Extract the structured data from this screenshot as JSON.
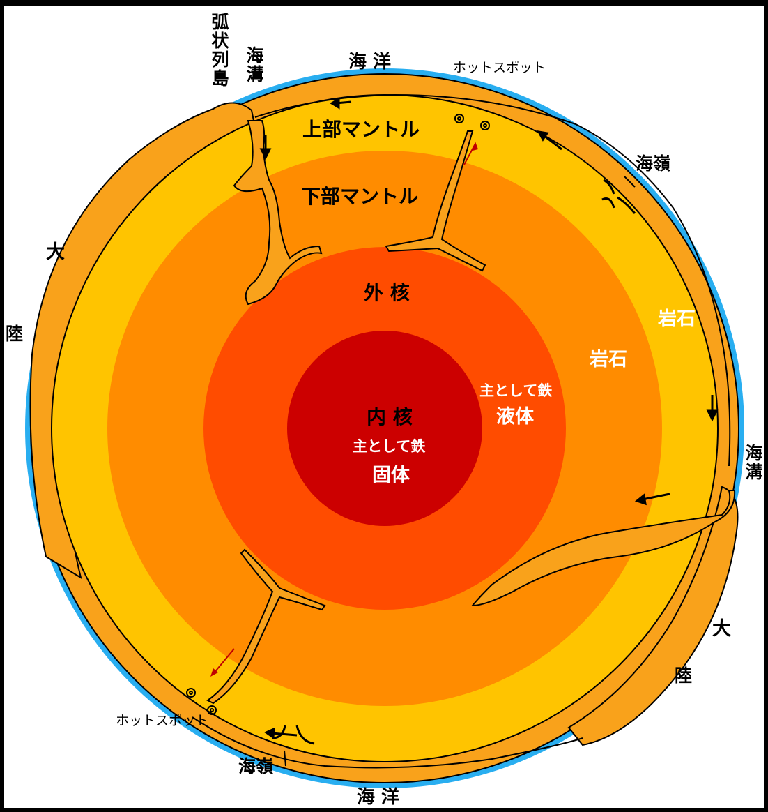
{
  "labels": {
    "arc_islands": "弧状列島",
    "trench_top": "海溝",
    "ocean_top": "海 洋",
    "hotspot_top": "ホットスポット",
    "upper_mantle": "上部マントル",
    "ridge_right": "海嶺",
    "lower_mantle": "下部マントル",
    "continent_left_1": "大",
    "continent_left_2": "陸",
    "outer_core": "外 核",
    "rock_upper": "岩石",
    "rock_lower": "岩石",
    "outer_core_comp": "主として鉄",
    "outer_core_state": "液体",
    "inner_core": "内 核",
    "inner_core_comp": "主として鉄",
    "inner_core_state": "固体",
    "trench_right": "海溝",
    "continent_right_1": "大",
    "continent_right_2": "陸",
    "hotspot_bottom": "ホットスポット",
    "ridge_bottom": "海嶺",
    "ocean_bottom": "海 洋"
  },
  "colors": {
    "ocean": "#29aef0",
    "crust": "#f9a21b",
    "upper_mantle": "#ffc400",
    "lower_mantle": "#ff8c00",
    "outer_core": "#ff4c00",
    "inner_core": "#cc0000",
    "outline": "#000000",
    "plume_arrow": "#c00000"
  }
}
